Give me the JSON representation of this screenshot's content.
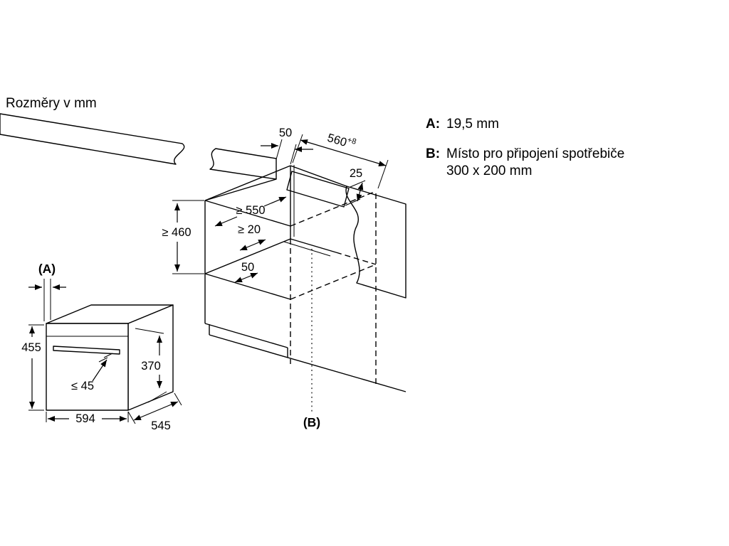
{
  "title": "Rozměry v mm",
  "legend": {
    "a_label": "A:",
    "a_text": "19,5 mm",
    "b_label": "B:",
    "b_text_line1": "Místo pro připojení spotřebiče",
    "b_text_line2": "300 x 200 mm"
  },
  "dims": {
    "top_gap": "50",
    "niche_width": "560",
    "niche_width_sup": "+8",
    "rear_vent": "25",
    "niche_depth": "≥ 550",
    "niche_height": "≥ 460",
    "rear_clearance": "≥ 20",
    "floor_vent": "50",
    "ref_a": "(A)",
    "ref_b": "(B)",
    "appliance_height": "455",
    "appliance_side_height": "370",
    "handle_clearance": "≤ 45",
    "appliance_width": "594",
    "appliance_depth": "545"
  },
  "colors": {
    "worktop": "#e8e8e8",
    "line": "#000000",
    "bg": "#ffffff"
  }
}
